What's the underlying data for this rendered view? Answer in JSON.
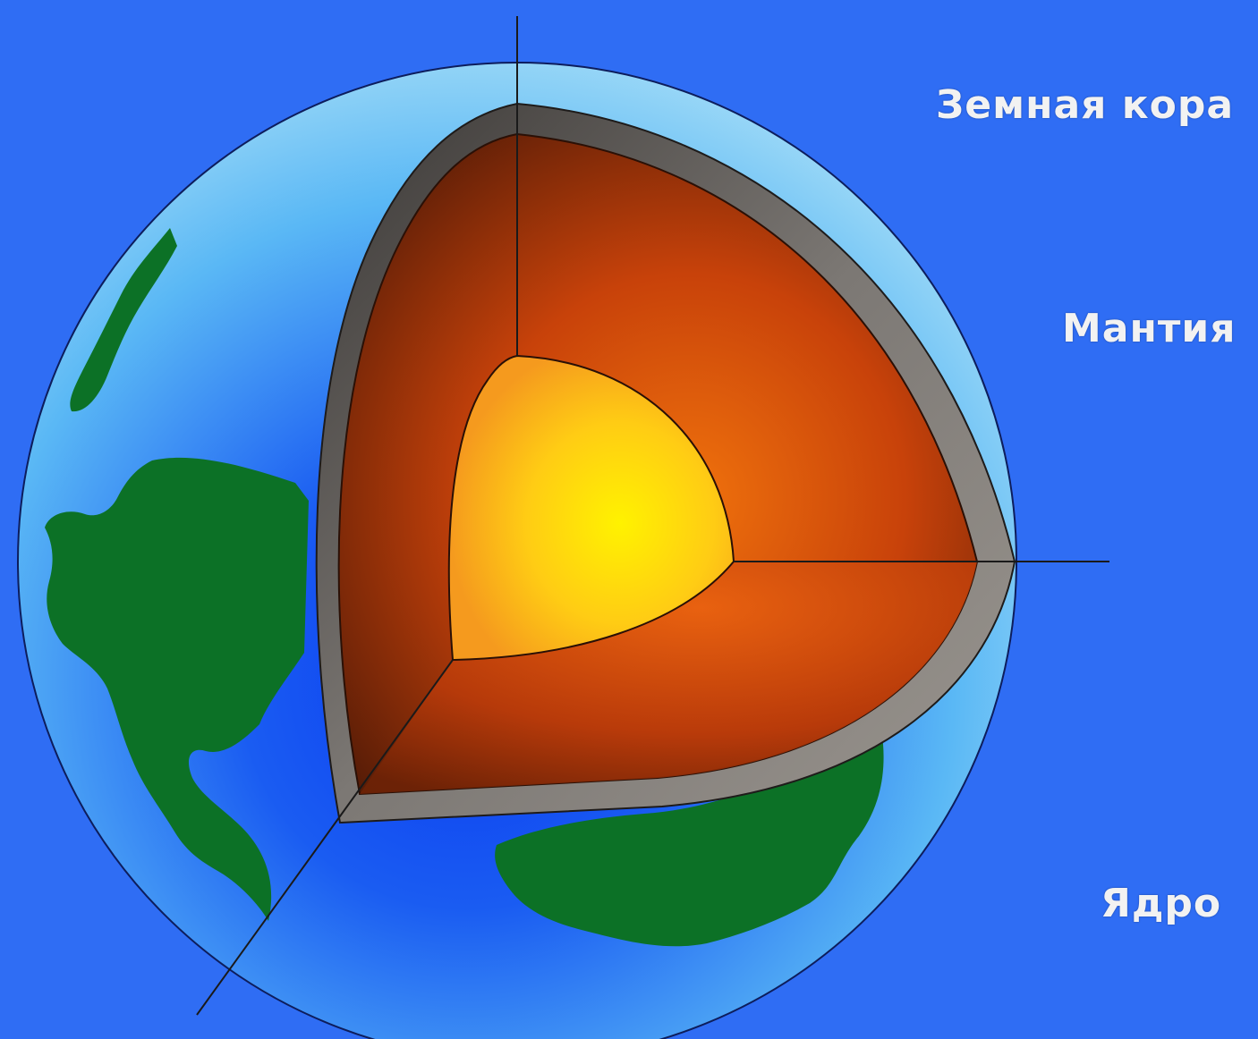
{
  "labels": {
    "crust": "Земная кора",
    "mantle": "Мантия",
    "core": "Ядро"
  },
  "colors": {
    "background": "#2f6df4",
    "ocean_light": "#8fd6f7",
    "ocean_deep": "#0b3ef0",
    "land": "#0c7126",
    "crust_outer": "#8a8580",
    "crust_inner": "#4a4542",
    "mantle_outer": "#e2560a",
    "mantle_inner": "#4a1a08",
    "core_center": "#ffee00",
    "core_edge": "#f7a01a",
    "label_text": "#f2f2f2"
  }
}
